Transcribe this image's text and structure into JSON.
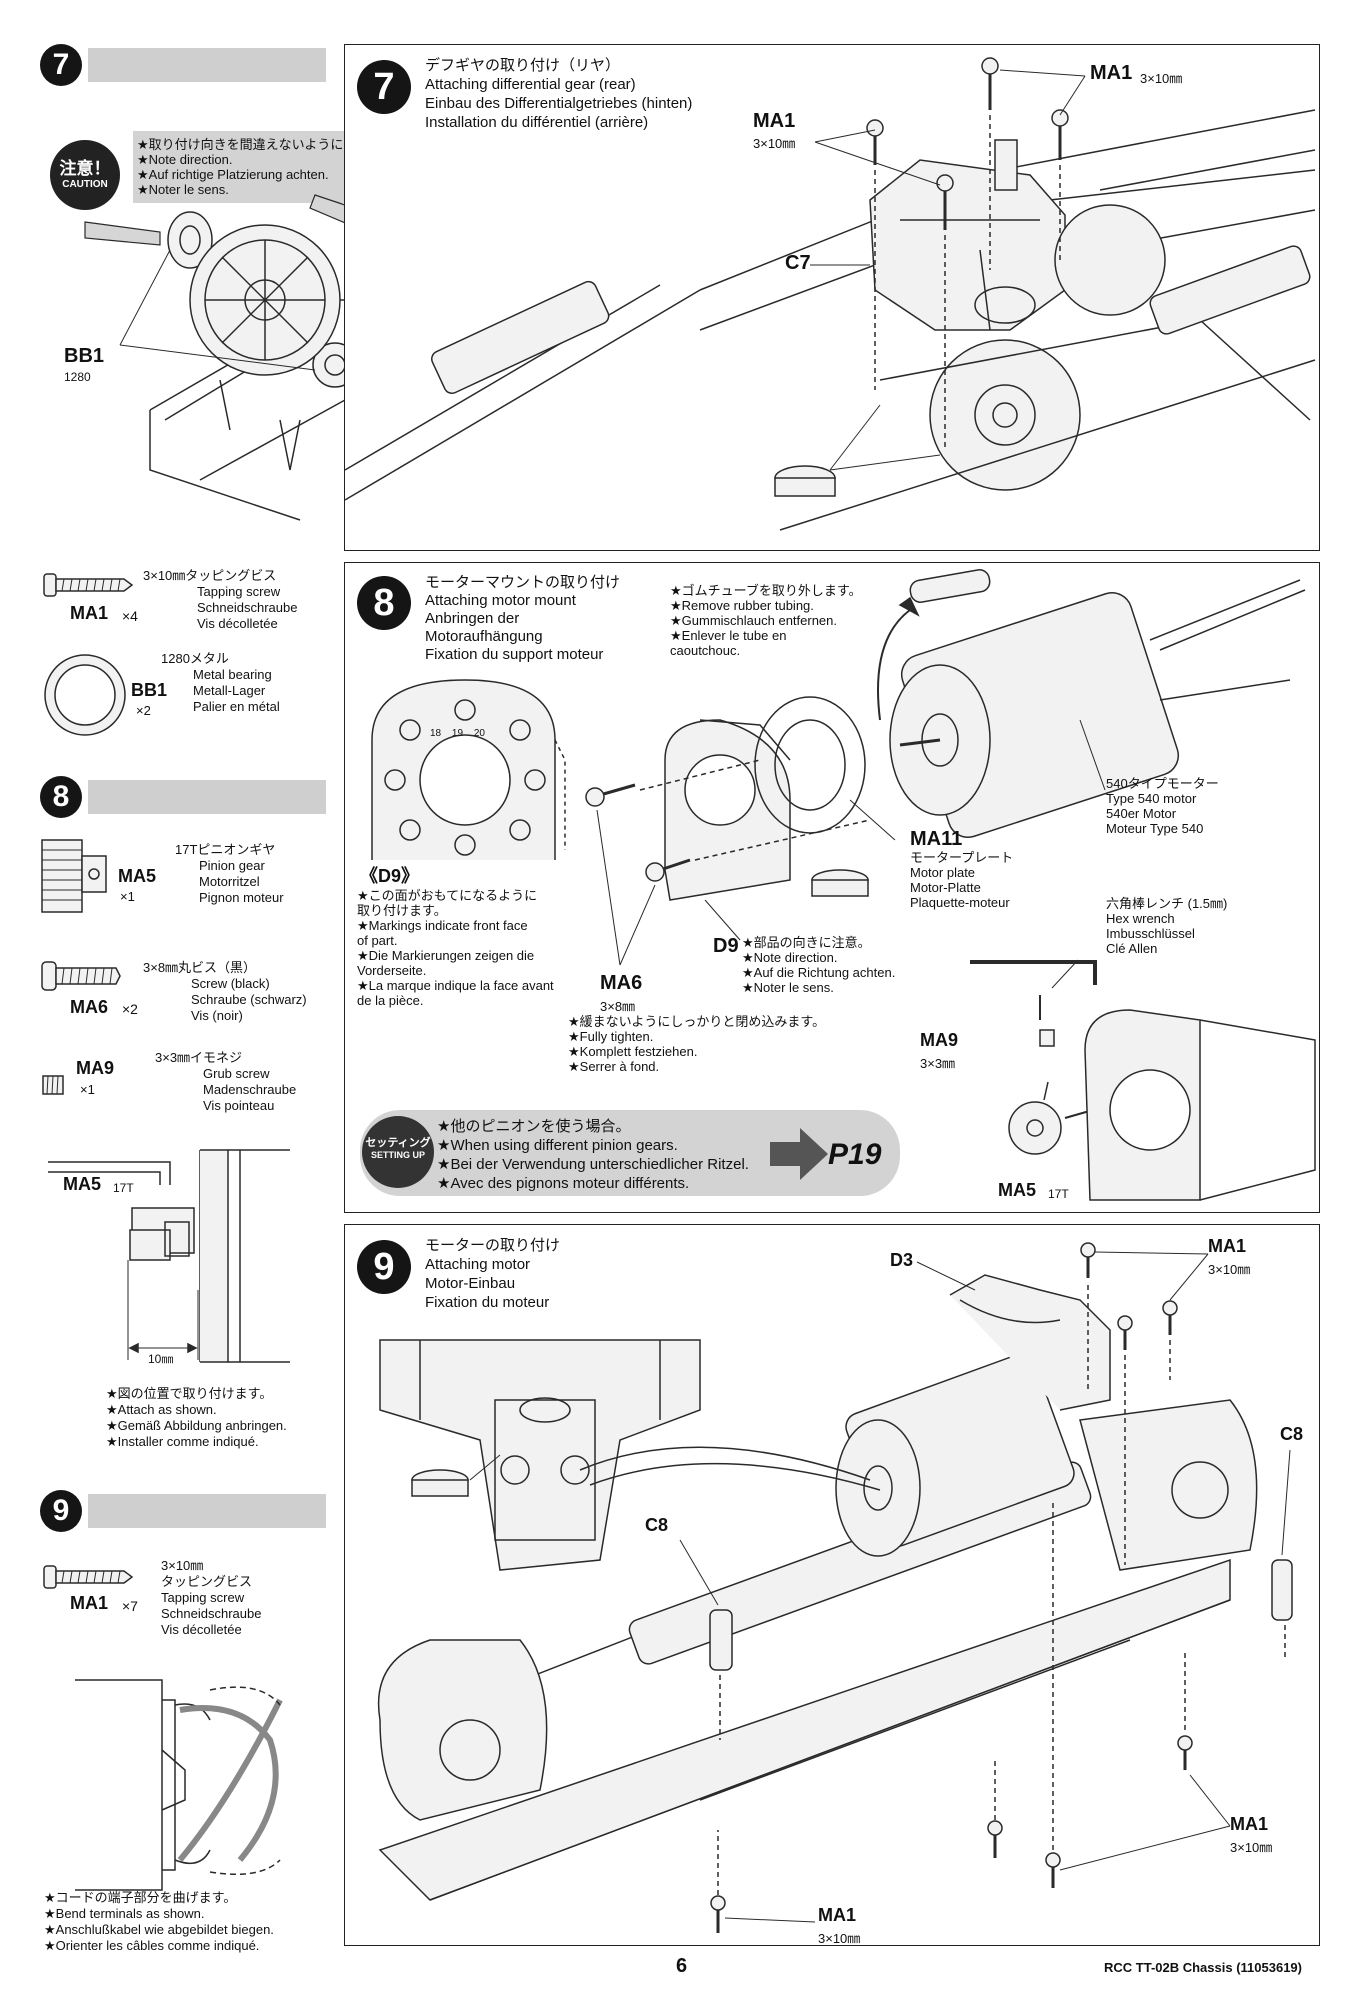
{
  "page_number": "6",
  "footer_title": "RCC TT-02B Chassis (11053619)",
  "sidebar": {
    "step7_num": "7",
    "caution": {
      "badge_jp": "注意！",
      "badge_en": "CAUTION",
      "lines": [
        "★取り付け向きを間違えないように注意します。",
        "★Note direction.",
        "★Auf richtige Platzierung achten.",
        "★Noter le sens."
      ]
    },
    "bb1_label": "BB1",
    "bb1_sub": "1280",
    "parts7": [
      {
        "code": "MA1",
        "qty": "×4",
        "jp": "3×10㎜タッピングビス",
        "lines": [
          "Tapping screw",
          "Schneidschraube",
          "Vis décolletée"
        ]
      },
      {
        "code": "BB1",
        "qty": "×2",
        "jp": "1280メタル",
        "lines": [
          "Metal bearing",
          "Metall-Lager",
          "Palier en métal"
        ]
      }
    ],
    "step8_num": "8",
    "parts8": [
      {
        "code": "MA5",
        "qty": "×1",
        "jp": "17Tピニオンギヤ",
        "lines": [
          "Pinion gear",
          "Motorritzel",
          "Pignon moteur"
        ]
      },
      {
        "code": "MA6",
        "qty": "×2",
        "jp": "3×8㎜丸ビス（黒）",
        "lines": [
          "Screw (black)",
          "Schraube (schwarz)",
          "Vis (noir)"
        ]
      },
      {
        "code": "MA9",
        "qty": "×1",
        "jp": "3×3㎜イモネジ",
        "lines": [
          "Grub screw",
          "Madenschraube",
          "Vis pointeau"
        ]
      }
    ],
    "ma5_diagram_label": "MA5",
    "ma5_diagram_sub": "17T",
    "dimension_label": "10㎜",
    "attach_notes": [
      "★図の位置で取り付けます。",
      "★Attach as shown.",
      "★Gemäß Abbildung anbringen.",
      "★Installer comme indiqué."
    ],
    "step9_num": "9",
    "parts9": [
      {
        "code": "MA1",
        "qty": "×7",
        "jp": "3×10㎜",
        "lines": [
          "タッピングビス",
          "Tapping screw",
          "Schneidschraube",
          "Vis décolletée"
        ]
      }
    ],
    "bend_notes": [
      "★コードの端子部分を曲げます。",
      "★Bend terminals as shown.",
      "★Anschlußkabel wie abgebildet biegen.",
      "★Orienter les câbles comme indiqué."
    ]
  },
  "step7": {
    "num": "7",
    "title_lines": [
      "デフギヤの取り付け（リヤ）",
      "Attaching differential gear (rear)",
      "Einbau des Differentialgetriebes (hinten)",
      "Installation du différentiel (arrière)"
    ],
    "ma1_right_label": "MA1",
    "ma1_right_sub": "3×10㎜",
    "ma1_left_label": "MA1",
    "ma1_left_sub": "3×10㎜",
    "c7_label": "C7"
  },
  "step8": {
    "num": "8",
    "title_lines": [
      "モーターマウントの取り付け",
      "Attaching motor mount",
      "Anbringen der",
      "Motoraufhängung",
      "Fixation du support moteur"
    ],
    "rubber_notes": [
      "★ゴムチューブを取り外します。",
      "★Remove rubber tubing.",
      "★Gummischlauch entfernen.",
      "★Enlever le tube en",
      "caoutchouc."
    ],
    "d9_label": "《D9》",
    "mount_marks": [
      "18",
      "19",
      "20"
    ],
    "face_notes": [
      "★この面がおもてになるように",
      "取り付けます。",
      "★Markings indicate front face",
      "of part.",
      "★Die Markierungen zeigen die",
      "Vorderseite.",
      "★La marque indique la face avant",
      "de la pièce."
    ],
    "motor_text": [
      "540タイプモーター",
      "Type 540 motor",
      "540er Motor",
      "Moteur Type 540"
    ],
    "ma11_label": "MA11",
    "ma11_text": [
      "モータープレート",
      "Motor plate",
      "Motor-Platte",
      "Plaquette-moteur"
    ],
    "d9_part_label": "D9",
    "d9_notes": [
      "★部品の向きに注意。",
      "★Note direction.",
      "★Auf die Richtung achten.",
      "★Noter le sens."
    ],
    "ma6_label": "MA6",
    "ma6_sub": "3×8㎜",
    "tighten_notes": [
      "★緩まないようにしっかりと閉め込みます。",
      "★Fully tighten.",
      "★Komplett festziehen.",
      "★Serrer à fond."
    ],
    "hex_text": [
      "六角棒レンチ (1.5㎜)",
      "Hex wrench",
      "Imbusschlüssel",
      "Clé Allen"
    ],
    "ma9_label": "MA9",
    "ma9_sub": "3×3㎜",
    "ma5_label": "MA5",
    "ma5_sub": "17T",
    "setting": {
      "badge_jp": "セッティング",
      "badge_en": "SETTING UP",
      "lines": [
        "★他のピニオンを使う場合。",
        "★When using different pinion gears.",
        "★Bei der Verwendung unterschiedlicher Ritzel.",
        "★Avec des pignons moteur différents."
      ],
      "page_ref": "P19"
    }
  },
  "step9": {
    "num": "9",
    "title_lines": [
      "モーターの取り付け",
      "Attaching motor",
      "Motor-Einbau",
      "Fixation du moteur"
    ],
    "d3_label": "D3",
    "ma1_top_label": "MA1",
    "ma1_top_sub": "3×10㎜",
    "c8_right_label": "C8",
    "c8_left_label": "C8",
    "ma1_bottom_right_label": "MA1",
    "ma1_bottom_right_sub": "3×10㎜",
    "ma1_bottom_label": "MA1",
    "ma1_bottom_sub": "3×10㎜"
  }
}
